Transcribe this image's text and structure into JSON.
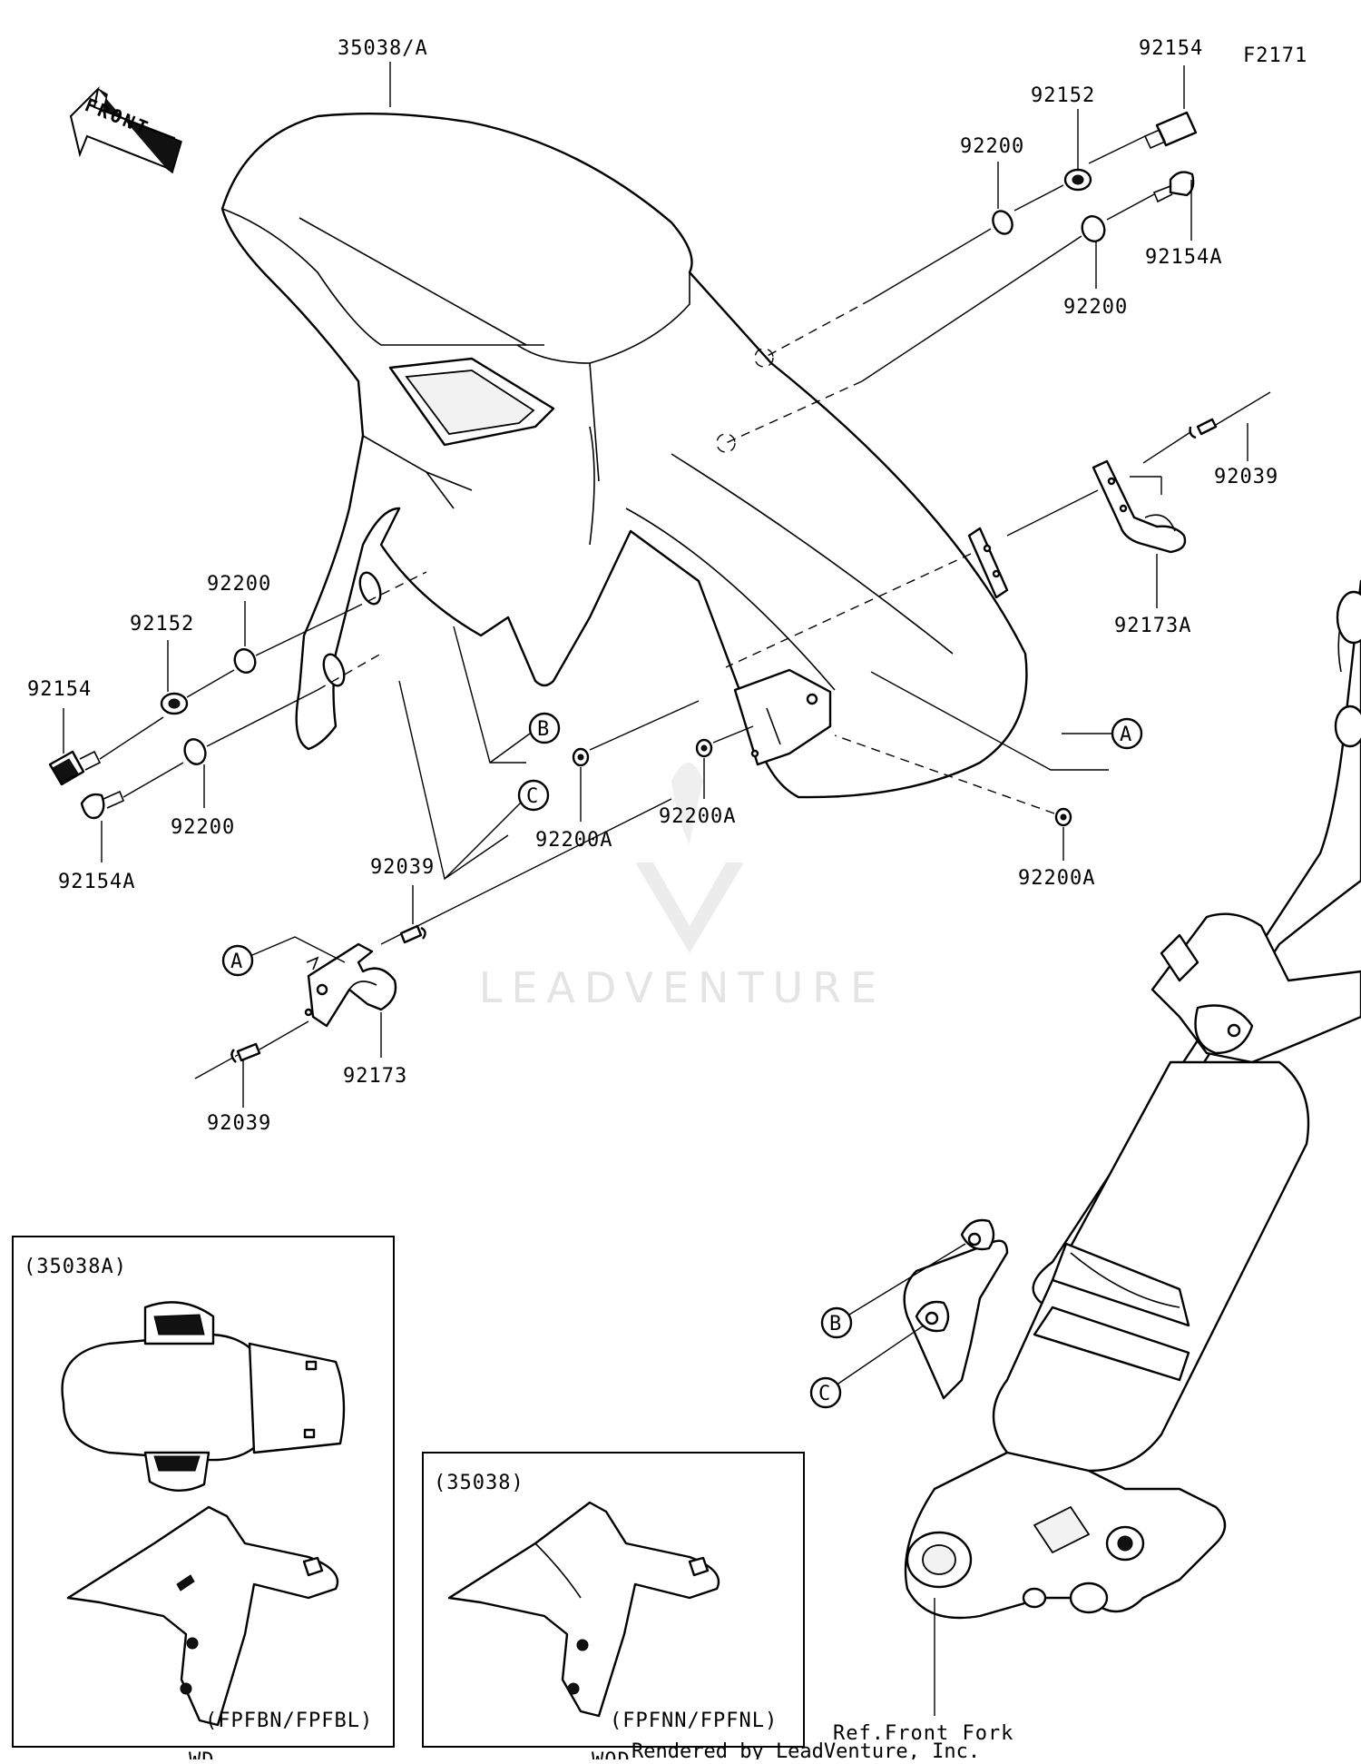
{
  "diagram_id": "F2171",
  "front_arrow": "FRONT",
  "labels": {
    "fender": "35038/A",
    "screw_top": "92154",
    "collar_top": "92152",
    "oring_top_1": "92200",
    "screw_a_top": "92154A",
    "oring_top_2": "92200",
    "rivet_right": "92039",
    "clamp_right": "92173A",
    "circle_a_right": "A",
    "circle_b_center": "B",
    "circle_c_center": "C",
    "oring_left_1": "92200",
    "collar_left": "92152",
    "screw_left": "92154",
    "oring_left_2": "92200",
    "screw_a_left": "92154A",
    "washer_a_1": "92200A",
    "washer_a_2": "92200A",
    "washer_a_3": "92200A",
    "rivet_left_top": "92039",
    "circle_a_left": "A",
    "clamp_left": "92173",
    "rivet_left_bottom": "92039",
    "circle_b_fork": "B",
    "circle_c_fork": "C",
    "ref_fork": "Ref.Front Fork"
  },
  "inset_a": {
    "title": "(35038A)",
    "variant": "(FPFBN/FPFBL)",
    "caption": "WD"
  },
  "inset_b": {
    "title": "(35038)",
    "variant": "(FPFNN/FPFNL)",
    "caption": "WOD"
  },
  "watermark": "LEADVENTURE",
  "footer": "Rendered by LeadVenture, Inc."
}
